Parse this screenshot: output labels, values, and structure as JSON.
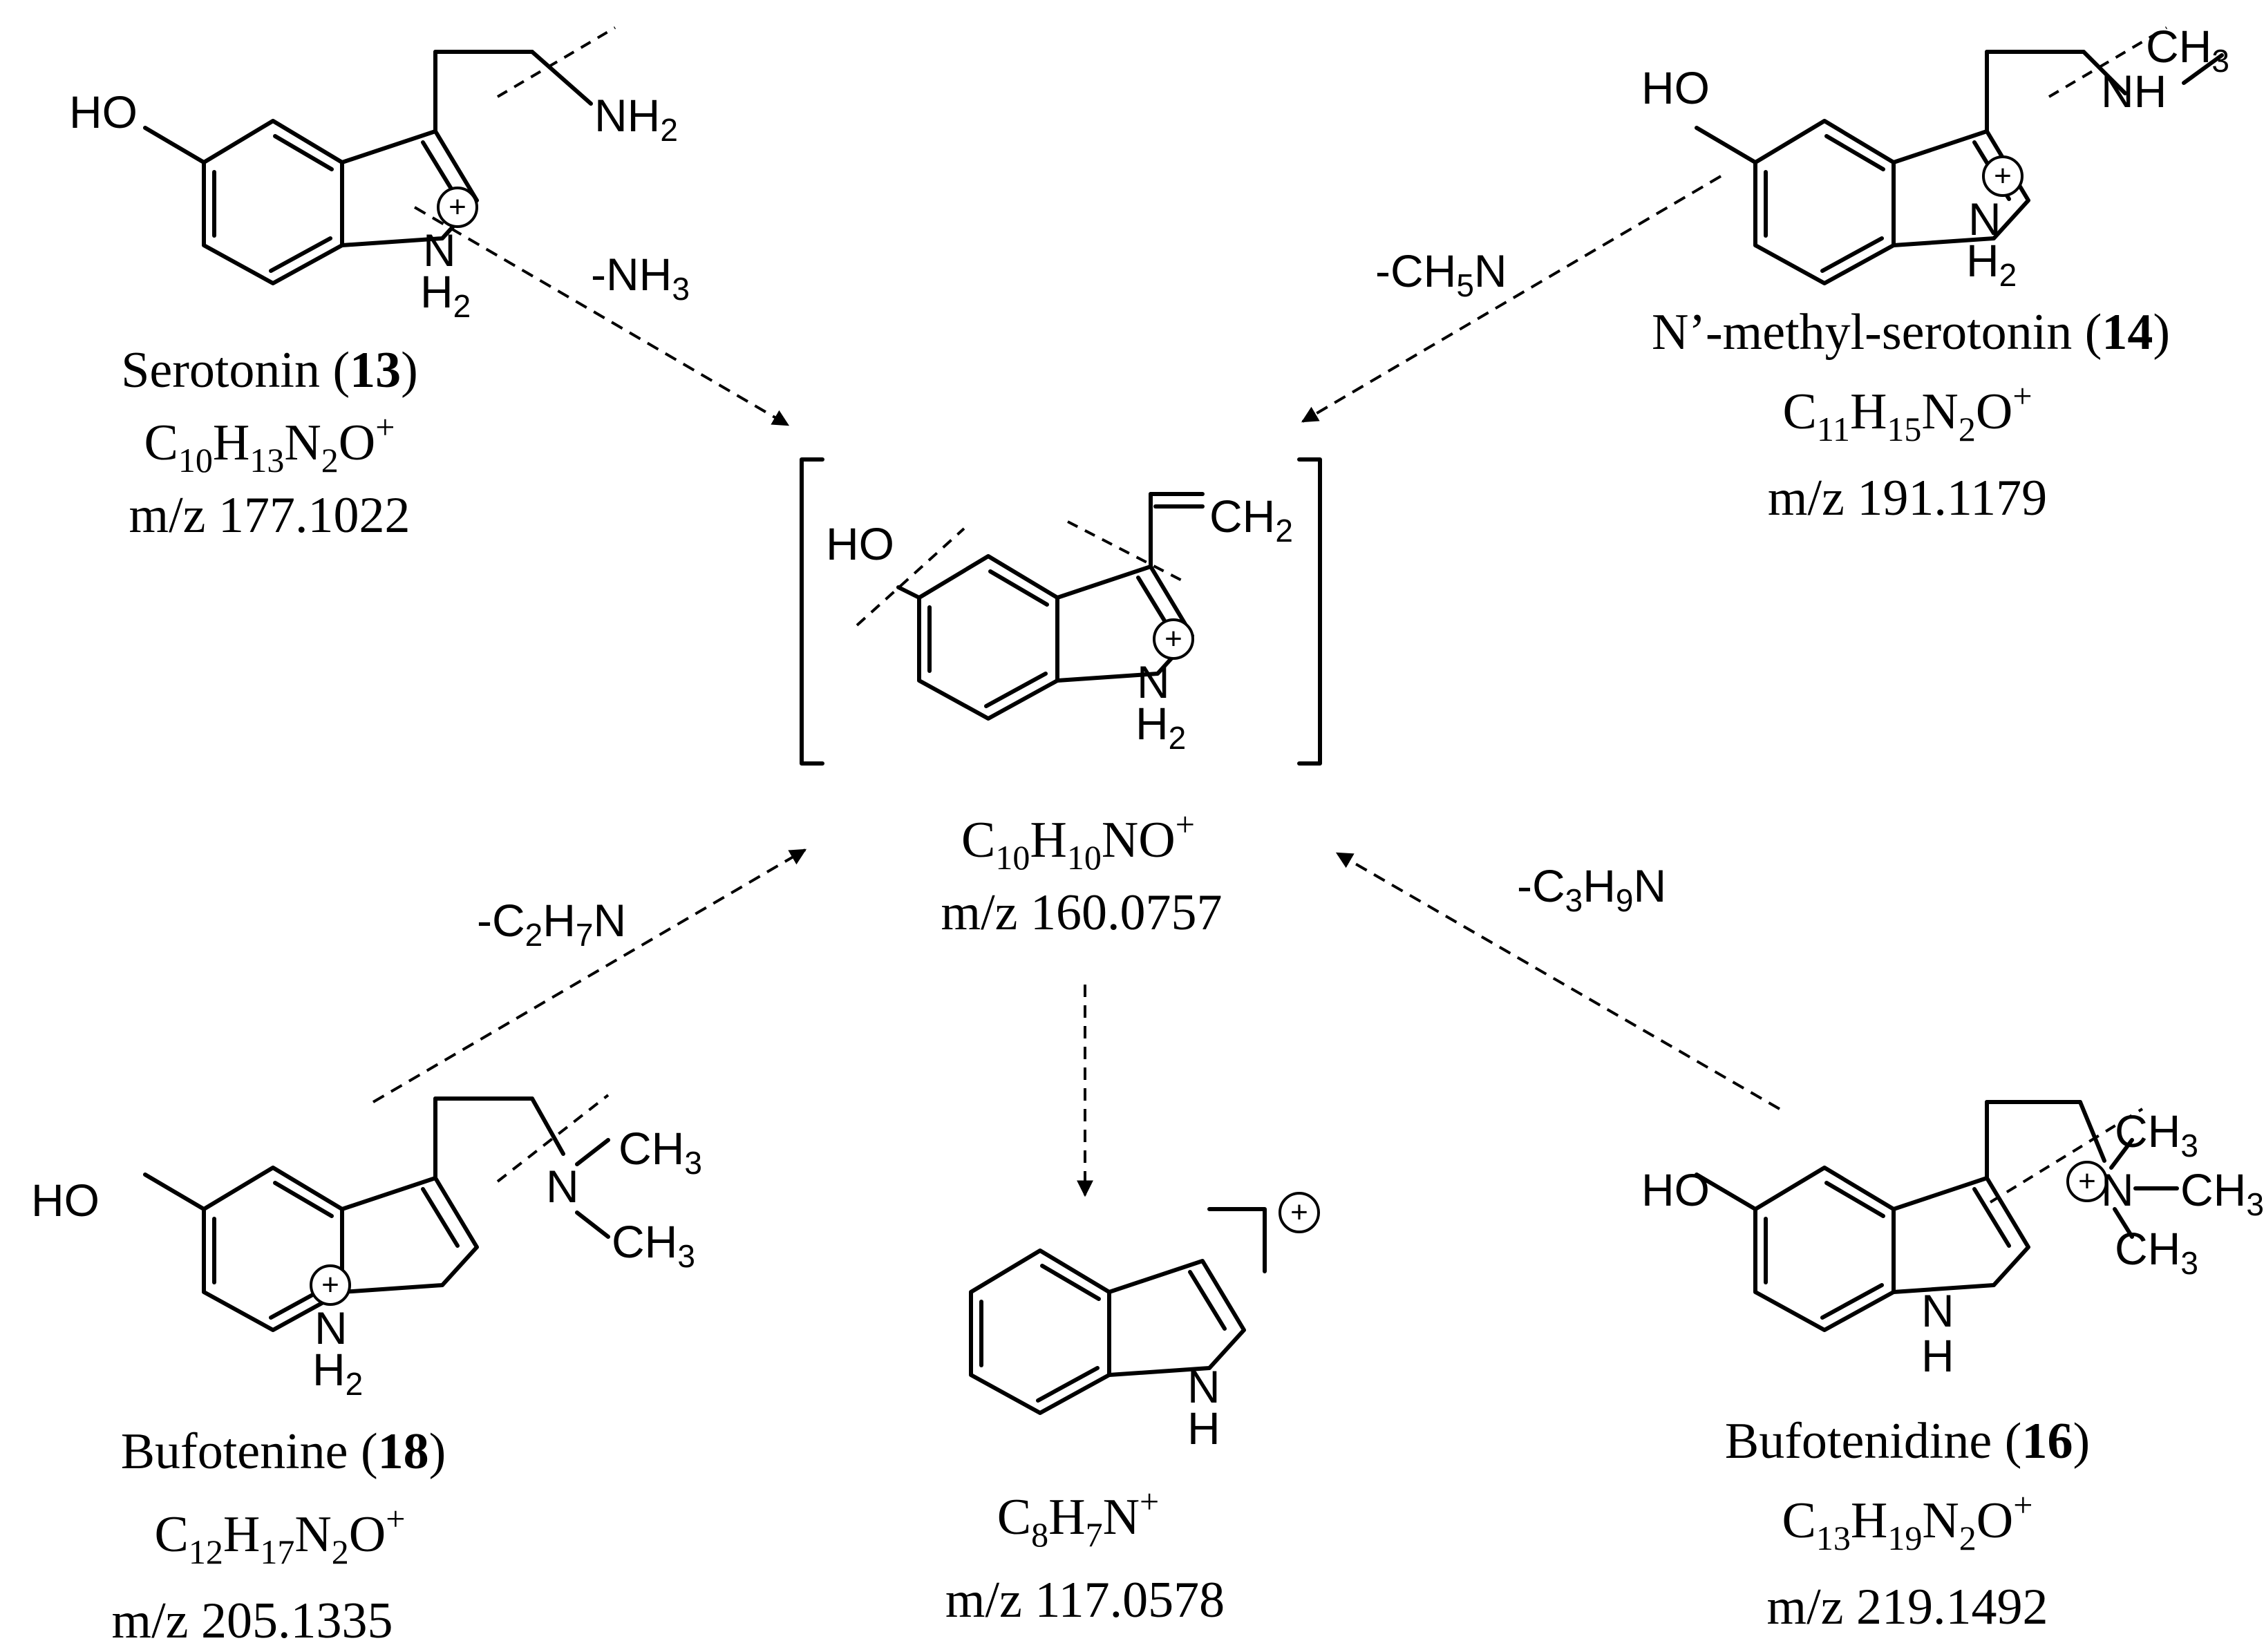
{
  "compounds": {
    "serotonin": {
      "name": "Serotonin",
      "number": "13",
      "formula": {
        "C": "10",
        "H": "13",
        "N": "2",
        "O": "",
        "charge": "+"
      },
      "mz": "m/z 177.1022",
      "atoms": {
        "ho": "HO",
        "amine": "NH",
        "amine_sub": "2",
        "ring_n": "N",
        "ring_h": "H",
        "ring_h_sub": "2"
      }
    },
    "n_methyl_serotonin": {
      "name": "Nʼ-methyl-serotonin",
      "number": "14",
      "formula": {
        "C": "11",
        "H": "15",
        "N": "2",
        "O": "",
        "charge": "+"
      },
      "mz": "m/z 191.1179",
      "atoms": {
        "ho": "HO",
        "amine": "NH",
        "methyl": "CH",
        "methyl_sub": "3",
        "ring_n": "N",
        "ring_h": "H",
        "ring_h_sub": "2"
      }
    },
    "bufotenine": {
      "name": "Bufotenine",
      "number": "18",
      "formula": {
        "C": "12",
        "H": "17",
        "N": "2",
        "O": "",
        "charge": "+"
      },
      "mz": "m/z 205.1335",
      "atoms": {
        "ho": "HO",
        "amine_n": "N",
        "methyl": "CH",
        "methyl_sub": "3",
        "ring_n": "N",
        "ring_h": "H",
        "ring_h_sub": "2"
      }
    },
    "bufotenidine": {
      "name": "Bufotenidine",
      "number": "16",
      "formula": {
        "C": "13",
        "H": "19",
        "N": "2",
        "O": "",
        "charge": "+"
      },
      "mz": "m/z 219.1492",
      "atoms": {
        "ho": "HO",
        "amine_n": "N",
        "methyl": "CH",
        "methyl_sub": "3",
        "ring_n": "N",
        "ring_h": "H"
      }
    },
    "central": {
      "formula": {
        "C": "10",
        "H": "10",
        "N": "",
        "O": "",
        "charge": "+"
      },
      "mz": "m/z 160.0757",
      "atoms": {
        "ho": "HO",
        "vinyl": "CH",
        "vinyl_sub": "2",
        "ring_n": "N",
        "ring_h": "H",
        "ring_h_sub": "2"
      }
    },
    "indole": {
      "formula": {
        "C": "8",
        "H": "7",
        "N": "",
        "charge": "+"
      },
      "mz": "m/z 117.0578",
      "atoms": {
        "ring_n": "N",
        "ring_h": "H"
      }
    }
  },
  "losses": {
    "serotonin": {
      "prefix": "-NH",
      "sub": "3"
    },
    "n_methyl_serotonin": {
      "prefix": "-CH",
      "sub1": "5",
      "suffix": "N"
    },
    "bufotenine": {
      "prefix": "-C",
      "sub1": "2",
      "mid": "H",
      "sub2": "7",
      "suffix": "N"
    },
    "bufotenidine": {
      "prefix": "-C",
      "sub1": "3",
      "mid": "H",
      "sub2": "9",
      "suffix": "N"
    }
  },
  "symbols": {
    "plus": "+"
  }
}
